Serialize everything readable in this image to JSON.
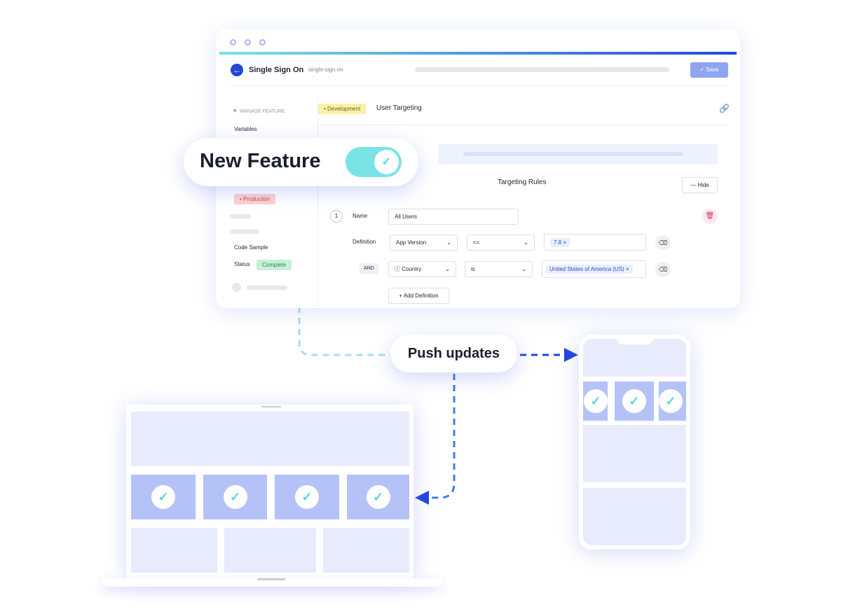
{
  "window": {
    "title": "Single Sign On",
    "slug": "single-sign-on",
    "save_label": "Save",
    "sidebar": {
      "section": "MANAGE FEATURE",
      "variables": "Variables",
      "production": "Production",
      "code_sample": "Code Sample",
      "status_label": "Status",
      "status_value": "Complete"
    },
    "env_badge": "Development",
    "section_title": "User Targeting",
    "targeting_title": "Targeting Rules",
    "hide_label": "Hide",
    "rule": {
      "number": "1",
      "name_label": "Name",
      "name_value": "All Users",
      "definition_label": "Definition",
      "def1": {
        "field": "App Version",
        "op": "<=",
        "value": "7.8"
      },
      "and_label": "AND",
      "def2": {
        "field": "Country",
        "op": "is",
        "value": "United States of America (US)"
      },
      "add_label": "Add Definition"
    }
  },
  "toggle_pill": {
    "label": "New Feature",
    "on": true
  },
  "push_pill": {
    "label": "Push updates"
  },
  "colors": {
    "accent": "#2346d6",
    "cyan": "#7be3e6",
    "card": "#b4c2f7",
    "block": "#e7ebfb"
  }
}
